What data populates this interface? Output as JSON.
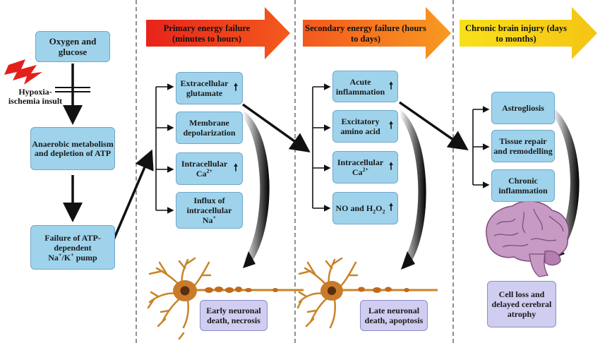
{
  "phases": [
    {
      "title": "Primary energy failure",
      "subtitle": "(minutes to hours)",
      "color": "#f04a1c"
    },
    {
      "title": "Secondary energy failure",
      "subtitle": "(hours to days)",
      "color": "#f57a1e"
    },
    {
      "title": "Chronic brain injury",
      "subtitle": "(days to months)",
      "color": "#f7d21a"
    }
  ],
  "left": {
    "oxygen": "Oxygen and glucose",
    "insult": "Hypoxia-ischemia insult",
    "anaerobic": "Anaerobic metabolism and depletion of ATP",
    "failure_line1": "Failure of ATP-",
    "failure_line2": "dependent",
    "failure_line3a": "Na",
    "failure_sup1": "+",
    "failure_line3b": "/K",
    "failure_sup2": "+",
    "failure_line3c": " pump"
  },
  "primary": {
    "glutamate": "Extracellular glutamate",
    "depolarization": "Membrane depolarization",
    "ca_a": "Intracellular",
    "ca_b": "Ca",
    "ca_sup": "2+",
    "na_a": "Influx of",
    "na_b": "intracellular",
    "na_c": "Na",
    "na_sup": "+",
    "outcome": "Early neuronal death, necrosis"
  },
  "secondary": {
    "inflammation": "Acute inflammation",
    "excitatory": "Excitatory amino acid",
    "ca_a": "Intracellular",
    "ca_b": "Ca",
    "ca_sup": "2+",
    "no_a": "NO and H",
    "no_sub1": "2",
    "no_b": "O",
    "no_sub2": "2",
    "outcome": "Late neuronal death, apoptosis"
  },
  "chronic": {
    "astrogliosis": "Astrogliosis",
    "repair": "Tissue repair and remodelling",
    "inflammation": "Chronic inflammation",
    "outcome": "Cell loss and delayed cerebral atrophy"
  },
  "up_arrow": "🠕"
}
